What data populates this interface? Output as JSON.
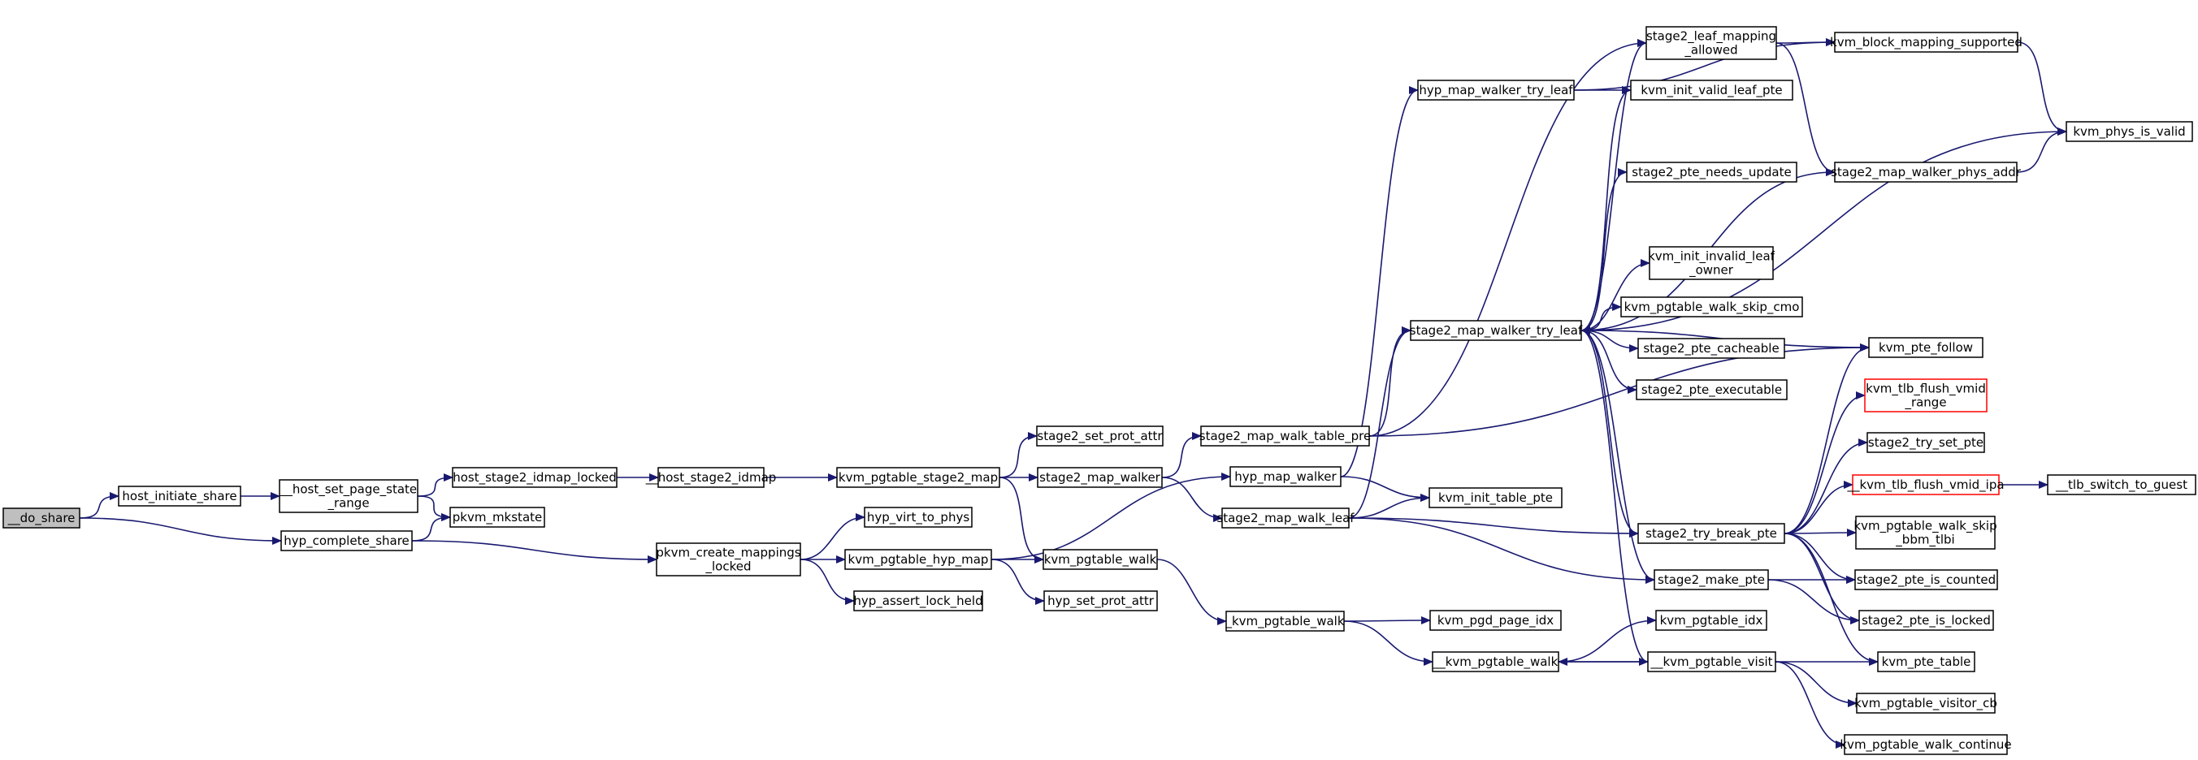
{
  "colors": {
    "edge": "#191970",
    "node_border": "#000000",
    "node_fill": "#ffffff",
    "root_fill": "#bfbfbf",
    "truncated_border": "#ff0000"
  },
  "nodes": [
    {
      "id": "do_share",
      "lines": [
        "__do_share"
      ],
      "style": "root"
    },
    {
      "id": "host_initiate_share",
      "lines": [
        "host_initiate_share"
      ]
    },
    {
      "id": "hyp_complete_share",
      "lines": [
        "hyp_complete_share"
      ]
    },
    {
      "id": "host_set_page_state_range",
      "lines": [
        "__host_set_page_state",
        "_range"
      ]
    },
    {
      "id": "pkvm_mkstate",
      "lines": [
        "pkvm_mkstate"
      ]
    },
    {
      "id": "host_stage2_idmap_locked",
      "lines": [
        "host_stage2_idmap_locked"
      ]
    },
    {
      "id": "host_stage2_idmap",
      "lines": [
        "__host_stage2_idmap"
      ]
    },
    {
      "id": "kvm_pgtable_stage2_map",
      "lines": [
        "kvm_pgtable_stage2_map"
      ]
    },
    {
      "id": "pkvm_create_mappings_locked",
      "lines": [
        "pkvm_create_mappings",
        "_locked"
      ]
    },
    {
      "id": "hyp_virt_to_phys",
      "lines": [
        "hyp_virt_to_phys"
      ]
    },
    {
      "id": "kvm_pgtable_hyp_map",
      "lines": [
        "kvm_pgtable_hyp_map"
      ]
    },
    {
      "id": "hyp_assert_lock_held",
      "lines": [
        "hyp_assert_lock_held"
      ]
    },
    {
      "id": "stage2_set_prot_attr",
      "lines": [
        "stage2_set_prot_attr"
      ]
    },
    {
      "id": "stage2_map_walker",
      "lines": [
        "stage2_map_walker"
      ]
    },
    {
      "id": "kvm_pgtable_walk",
      "lines": [
        "kvm_pgtable_walk"
      ]
    },
    {
      "id": "hyp_set_prot_attr",
      "lines": [
        "hyp_set_prot_attr"
      ]
    },
    {
      "id": "stage2_map_walk_table_pre",
      "lines": [
        "stage2_map_walk_table_pre"
      ]
    },
    {
      "id": "hyp_map_walker",
      "lines": [
        "hyp_map_walker"
      ]
    },
    {
      "id": "stage2_map_walk_leaf",
      "lines": [
        "stage2_map_walk_leaf"
      ]
    },
    {
      "id": "kvm_pgtable_walk_inner",
      "lines": [
        "_kvm_pgtable_walk"
      ]
    },
    {
      "id": "hyp_map_walker_try_leaf",
      "lines": [
        "hyp_map_walker_try_leaf"
      ]
    },
    {
      "id": "stage2_map_walker_try_leaf",
      "lines": [
        "stage2_map_walker_try_leaf"
      ]
    },
    {
      "id": "kvm_init_table_pte",
      "lines": [
        "kvm_init_table_pte"
      ]
    },
    {
      "id": "kvm_pgd_page_idx",
      "lines": [
        "kvm_pgd_page_idx"
      ]
    },
    {
      "id": "kvm_pgtable_walk_deep",
      "lines": [
        "__kvm_pgtable_walk"
      ]
    },
    {
      "id": "stage2_leaf_mapping_allowed",
      "lines": [
        "stage2_leaf_mapping",
        "_allowed"
      ]
    },
    {
      "id": "kvm_init_valid_leaf_pte",
      "lines": [
        "kvm_init_valid_leaf_pte"
      ]
    },
    {
      "id": "stage2_pte_needs_update",
      "lines": [
        "stage2_pte_needs_update"
      ]
    },
    {
      "id": "kvm_init_invalid_leaf_owner",
      "lines": [
        "kvm_init_invalid_leaf",
        "_owner"
      ]
    },
    {
      "id": "kvm_pgtable_walk_skip_cmo",
      "lines": [
        "kvm_pgtable_walk_skip_cmo"
      ]
    },
    {
      "id": "stage2_pte_cacheable",
      "lines": [
        "stage2_pte_cacheable"
      ]
    },
    {
      "id": "stage2_pte_executable",
      "lines": [
        "stage2_pte_executable"
      ]
    },
    {
      "id": "stage2_try_break_pte",
      "lines": [
        "stage2_try_break_pte"
      ]
    },
    {
      "id": "stage2_make_pte",
      "lines": [
        "stage2_make_pte"
      ]
    },
    {
      "id": "kvm_pgtable_idx",
      "lines": [
        "kvm_pgtable_idx"
      ]
    },
    {
      "id": "kvm_pgtable_visit",
      "lines": [
        "__kvm_pgtable_visit"
      ]
    },
    {
      "id": "kvm_block_mapping_supported",
      "lines": [
        "kvm_block_mapping_supported"
      ]
    },
    {
      "id": "stage2_map_walker_phys_addr",
      "lines": [
        "stage2_map_walker_phys_addr"
      ]
    },
    {
      "id": "kvm_pte_follow",
      "lines": [
        "kvm_pte_follow"
      ]
    },
    {
      "id": "kvm_tlb_flush_vmid_range",
      "lines": [
        "kvm_tlb_flush_vmid",
        "_range"
      ],
      "style": "truncated"
    },
    {
      "id": "stage2_try_set_pte",
      "lines": [
        "stage2_try_set_pte"
      ]
    },
    {
      "id": "kvm_tlb_flush_vmid_ipa",
      "lines": [
        "__kvm_tlb_flush_vmid_ipa"
      ],
      "style": "truncated"
    },
    {
      "id": "kvm_pgtable_walk_skip_bbm_tlbi",
      "lines": [
        "kvm_pgtable_walk_skip",
        "_bbm_tlbi"
      ]
    },
    {
      "id": "stage2_pte_is_counted",
      "lines": [
        "stage2_pte_is_counted"
      ]
    },
    {
      "id": "stage2_pte_is_locked",
      "lines": [
        "stage2_pte_is_locked"
      ]
    },
    {
      "id": "kvm_pte_table",
      "lines": [
        "kvm_pte_table"
      ]
    },
    {
      "id": "kvm_pgtable_visitor_cb",
      "lines": [
        "kvm_pgtable_visitor_cb"
      ]
    },
    {
      "id": "kvm_pgtable_walk_continue",
      "lines": [
        "kvm_pgtable_walk_continue"
      ]
    },
    {
      "id": "kvm_phys_is_valid",
      "lines": [
        "kvm_phys_is_valid"
      ]
    },
    {
      "id": "tlb_switch_to_guest",
      "lines": [
        "__tlb_switch_to_guest"
      ]
    }
  ],
  "edges": [
    [
      "do_share",
      "host_initiate_share"
    ],
    [
      "do_share",
      "hyp_complete_share"
    ],
    [
      "host_initiate_share",
      "host_set_page_state_range"
    ],
    [
      "host_set_page_state_range",
      "host_stage2_idmap_locked"
    ],
    [
      "host_set_page_state_range",
      "pkvm_mkstate"
    ],
    [
      "hyp_complete_share",
      "pkvm_mkstate"
    ],
    [
      "hyp_complete_share",
      "pkvm_create_mappings_locked"
    ],
    [
      "host_stage2_idmap_locked",
      "host_stage2_idmap"
    ],
    [
      "host_stage2_idmap",
      "kvm_pgtable_stage2_map"
    ],
    [
      "kvm_pgtable_stage2_map",
      "stage2_set_prot_attr"
    ],
    [
      "kvm_pgtable_stage2_map",
      "stage2_map_walker"
    ],
    [
      "kvm_pgtable_stage2_map",
      "kvm_pgtable_walk"
    ],
    [
      "pkvm_create_mappings_locked",
      "hyp_virt_to_phys"
    ],
    [
      "pkvm_create_mappings_locked",
      "kvm_pgtable_hyp_map"
    ],
    [
      "pkvm_create_mappings_locked",
      "hyp_assert_lock_held"
    ],
    [
      "kvm_pgtable_hyp_map",
      "hyp_map_walker"
    ],
    [
      "kvm_pgtable_hyp_map",
      "kvm_pgtable_walk"
    ],
    [
      "kvm_pgtable_hyp_map",
      "hyp_set_prot_attr"
    ],
    [
      "stage2_map_walker",
      "stage2_map_walk_table_pre"
    ],
    [
      "stage2_map_walker",
      "stage2_map_walk_leaf"
    ],
    [
      "kvm_pgtable_walk",
      "kvm_pgtable_walk_inner"
    ],
    [
      "stage2_map_walk_table_pre",
      "stage2_leaf_mapping_allowed"
    ],
    [
      "stage2_map_walk_table_pre",
      "stage2_map_walker_try_leaf"
    ],
    [
      "stage2_map_walk_table_pre",
      "kvm_pte_follow"
    ],
    [
      "hyp_map_walker",
      "hyp_map_walker_try_leaf"
    ],
    [
      "hyp_map_walker",
      "kvm_init_table_pte"
    ],
    [
      "stage2_map_walk_leaf",
      "stage2_map_walker_try_leaf"
    ],
    [
      "stage2_map_walk_leaf",
      "kvm_init_table_pte"
    ],
    [
      "stage2_map_walk_leaf",
      "stage2_try_break_pte"
    ],
    [
      "stage2_map_walk_leaf",
      "stage2_make_pte"
    ],
    [
      "kvm_pgtable_walk_inner",
      "kvm_pgd_page_idx"
    ],
    [
      "kvm_pgtable_walk_inner",
      "kvm_pgtable_walk_deep"
    ],
    [
      "hyp_map_walker_try_leaf",
      "kvm_block_mapping_supported"
    ],
    [
      "hyp_map_walker_try_leaf",
      "kvm_init_valid_leaf_pte"
    ],
    [
      "stage2_map_walker_try_leaf",
      "stage2_leaf_mapping_allowed"
    ],
    [
      "stage2_map_walker_try_leaf",
      "kvm_init_valid_leaf_pte"
    ],
    [
      "stage2_map_walker_try_leaf",
      "kvm_phys_is_valid"
    ],
    [
      "stage2_map_walker_try_leaf",
      "stage2_pte_needs_update"
    ],
    [
      "stage2_map_walker_try_leaf",
      "stage2_map_walker_phys_addr"
    ],
    [
      "stage2_map_walker_try_leaf",
      "kvm_init_invalid_leaf_owner"
    ],
    [
      "stage2_map_walker_try_leaf",
      "kvm_pgtable_walk_skip_cmo"
    ],
    [
      "stage2_map_walker_try_leaf",
      "stage2_pte_cacheable"
    ],
    [
      "stage2_map_walker_try_leaf",
      "stage2_pte_executable"
    ],
    [
      "stage2_map_walker_try_leaf",
      "kvm_pte_follow"
    ],
    [
      "stage2_map_walker_try_leaf",
      "stage2_try_break_pte"
    ],
    [
      "stage2_map_walker_try_leaf",
      "stage2_make_pte"
    ],
    [
      "kvm_pgtable_walk_deep",
      "kvm_pgtable_idx"
    ],
    [
      "kvm_pgtable_walk_deep",
      "kvm_pgtable_visit"
    ],
    [
      "kvm_pgtable_visit",
      "kvm_pgtable_walk_deep"
    ],
    [
      "kvm_pgtable_visit",
      "stage2_map_walker_try_leaf"
    ],
    [
      "kvm_pgtable_visit",
      "kvm_pte_table"
    ],
    [
      "kvm_pgtable_visit",
      "kvm_pgtable_visitor_cb"
    ],
    [
      "kvm_pgtable_visit",
      "kvm_pgtable_walk_continue"
    ],
    [
      "stage2_leaf_mapping_allowed",
      "kvm_block_mapping_supported"
    ],
    [
      "stage2_leaf_mapping_allowed",
      "stage2_map_walker_phys_addr"
    ],
    [
      "kvm_block_mapping_supported",
      "kvm_phys_is_valid"
    ],
    [
      "stage2_map_walker_phys_addr",
      "kvm_phys_is_valid"
    ],
    [
      "stage2_try_break_pte",
      "kvm_pte_follow"
    ],
    [
      "stage2_try_break_pte",
      "kvm_tlb_flush_vmid_range"
    ],
    [
      "stage2_try_break_pte",
      "stage2_try_set_pte"
    ],
    [
      "stage2_try_break_pte",
      "kvm_tlb_flush_vmid_ipa"
    ],
    [
      "stage2_try_break_pte",
      "kvm_pgtable_walk_skip_bbm_tlbi"
    ],
    [
      "stage2_try_break_pte",
      "stage2_pte_is_counted"
    ],
    [
      "stage2_try_break_pte",
      "stage2_pte_is_locked"
    ],
    [
      "stage2_try_break_pte",
      "kvm_pte_table"
    ],
    [
      "stage2_make_pte",
      "stage2_pte_is_counted"
    ],
    [
      "stage2_make_pte",
      "stage2_pte_is_locked"
    ],
    [
      "kvm_tlb_flush_vmid_ipa",
      "tlb_switch_to_guest"
    ]
  ]
}
